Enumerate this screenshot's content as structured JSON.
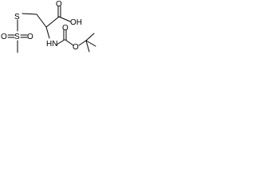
{
  "molecule": {
    "labels": {
      "s_left": "S",
      "o1": "O",
      "s_center": "S",
      "o2": "O",
      "oh": "OH",
      "o_acid": "O",
      "nh": "HN",
      "o_carbamate": "O",
      "o_carbamate2": "O"
    },
    "colors": {
      "ink": "#000000",
      "background": "#ffffff"
    }
  }
}
